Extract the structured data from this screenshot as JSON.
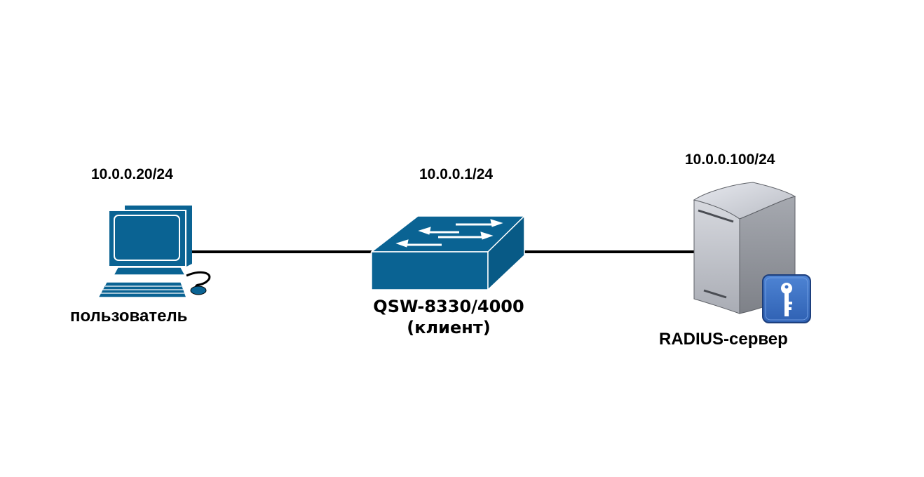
{
  "nodes": {
    "pc": {
      "ip": "10.0.0.20/24",
      "name": "пользователь",
      "icon": "workstation-icon"
    },
    "switch": {
      "ip": "10.0.0.1/24",
      "name_line1": "QSW-8330/4000",
      "name_line2": "(клиент)",
      "icon": "switch-icon"
    },
    "server": {
      "ip": "10.0.0.100/24",
      "name": "RADIUS-сервер",
      "icon": "server-with-key-icon"
    }
  },
  "links": [
    {
      "from": "pc",
      "to": "switch"
    },
    {
      "from": "switch",
      "to": "server"
    }
  ],
  "colors": {
    "device_blue": "#0a6393",
    "device_blue_dark": "#085a86",
    "line": "#000000",
    "server_light": "#c9cbd1",
    "server_dark": "#8f9299",
    "key_badge": "#3a6fc4"
  }
}
